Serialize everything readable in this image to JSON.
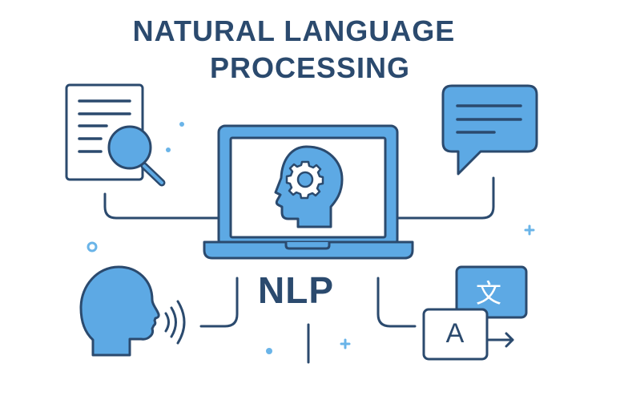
{
  "title": {
    "line1": "NATURAL LANGUAGE",
    "line2": "PROCESSING"
  },
  "center_label": "NLP",
  "translation": {
    "source_glyph": "A",
    "target_glyph": "文"
  },
  "icons": [
    "document-search-icon",
    "laptop-ai-head-icon",
    "chat-bubble-icon",
    "speaking-head-icon",
    "translate-icon"
  ],
  "colors": {
    "navy": "#2b4a6e",
    "fill_blue": "#5da9e4",
    "accent_dot": "#6ab4e8",
    "background": "#ffffff"
  }
}
